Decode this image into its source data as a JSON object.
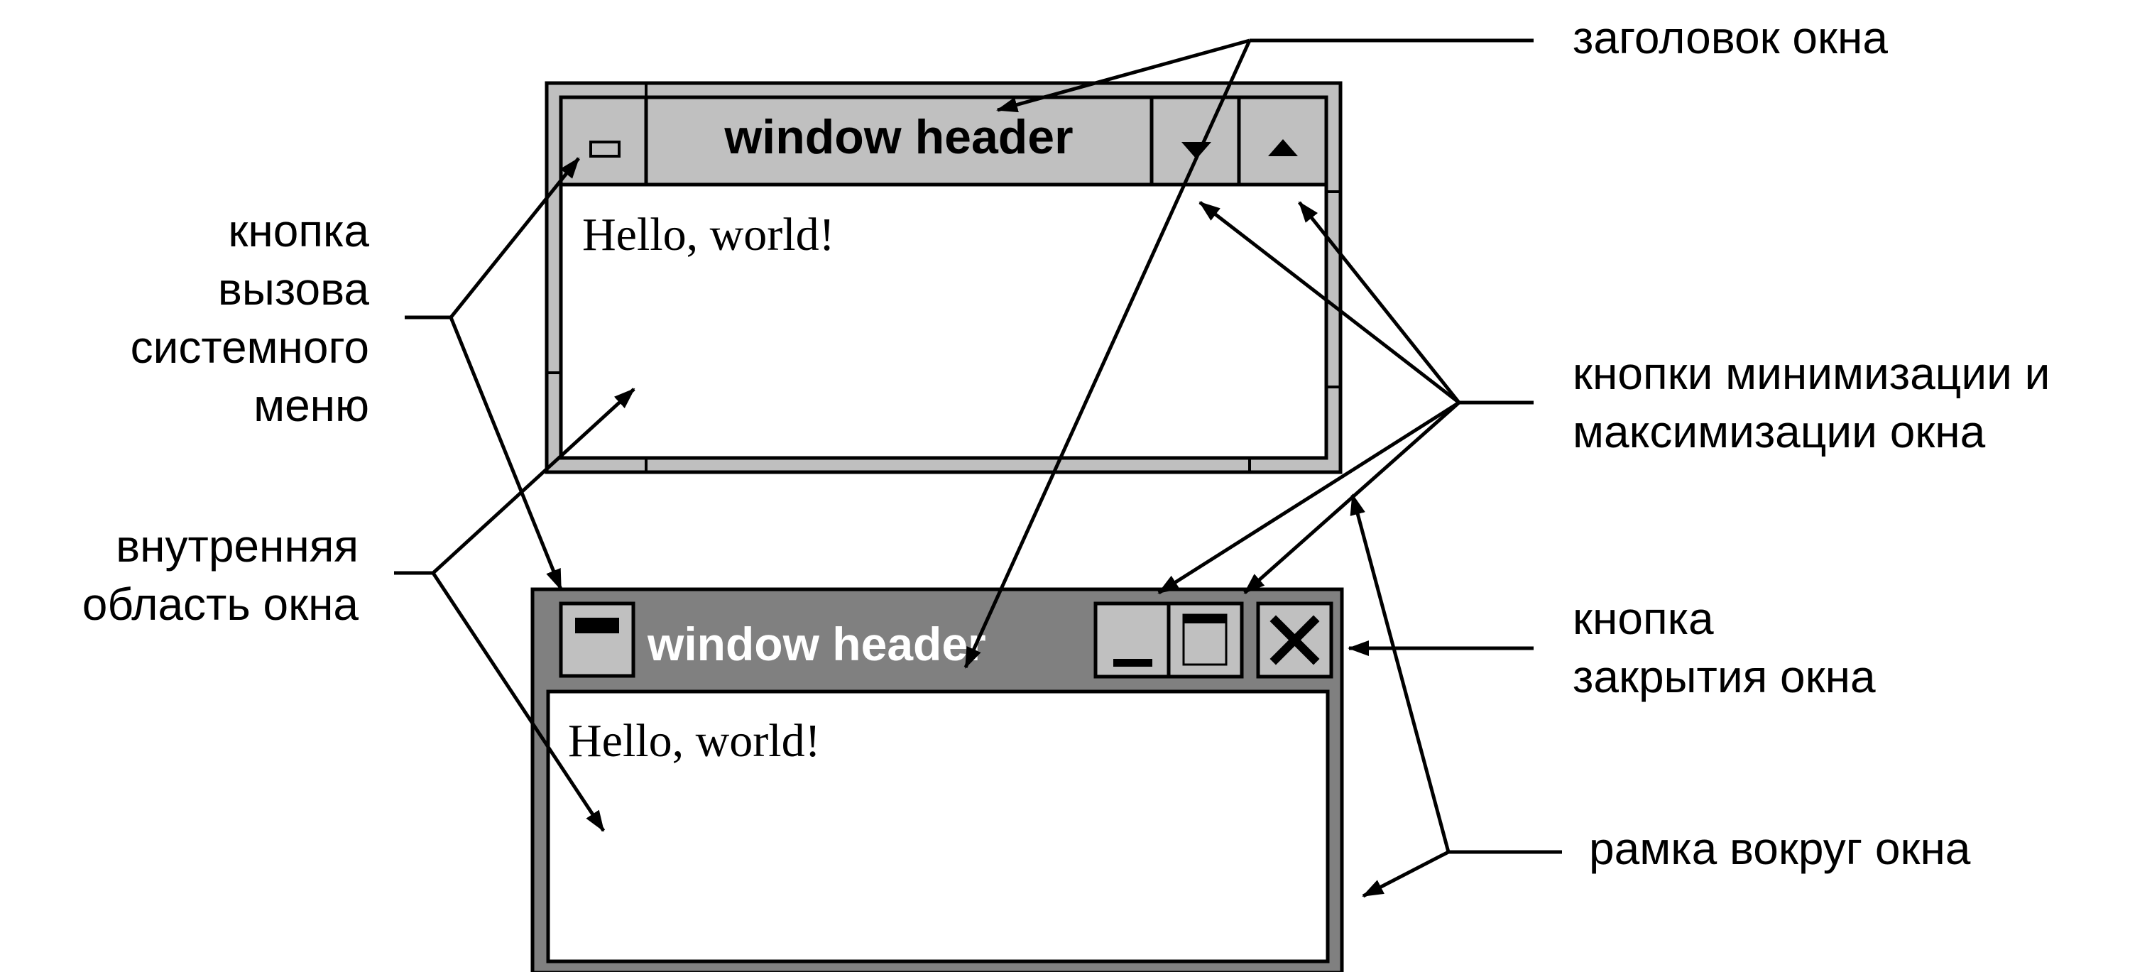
{
  "window_classic": {
    "title": "window header",
    "content_text": "Hello, world!"
  },
  "window_modern": {
    "title": "window header",
    "content_text": "Hello, world!"
  },
  "labels": {
    "system_menu_button": "кнопка\nвызова\nсистемного\nменю",
    "client_area": "внутренняя\nобласть окна",
    "window_title": "заголовок окна",
    "min_max_buttons": "кнопки минимизации и\nмаксимизации окна",
    "close_button": "кнопка\nзакрытия окна",
    "window_frame": "рамка вокруг окна"
  },
  "colors": {
    "classic_frame": "#bfbfbf",
    "modern_frame": "#808080",
    "button_face": "#c0c0c0",
    "line": "#000000"
  }
}
